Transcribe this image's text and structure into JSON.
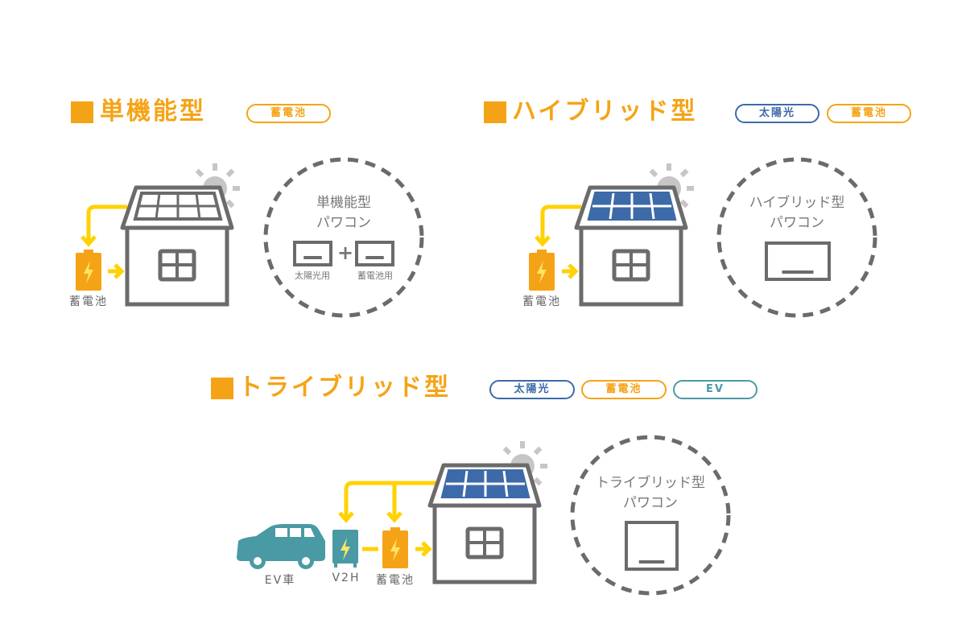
{
  "colors": {
    "orange": "#f5a316",
    "yellow": "#ffd200",
    "gray": "#6b6b6b",
    "blue": "#3d6aa8",
    "teal": "#4a9aa5",
    "sun": "#c6c6c6"
  },
  "single": {
    "title": "単機能型",
    "badges": [
      "蓄電池"
    ],
    "battery_label": "蓄電池",
    "circle_title": "単機能型",
    "circle_sub": "パワコン",
    "unit_labels": [
      "太陽光用",
      "蓄電池用"
    ],
    "plus": "+"
  },
  "hybrid": {
    "title": "ハイブリッド型",
    "badges": [
      "太陽光",
      "蓄電池"
    ],
    "battery_label": "蓄電池",
    "circle_title": "ハイブリッド型",
    "circle_sub": "パワコン"
  },
  "triple": {
    "title": "トライブリッド型",
    "badges": [
      "太陽光",
      "蓄電池",
      "EV"
    ],
    "car_label": "EV車",
    "v2h_label": "V2H",
    "battery_label": "蓄電池",
    "circle_title": "トライブリッド型",
    "circle_sub": "パワコン"
  }
}
